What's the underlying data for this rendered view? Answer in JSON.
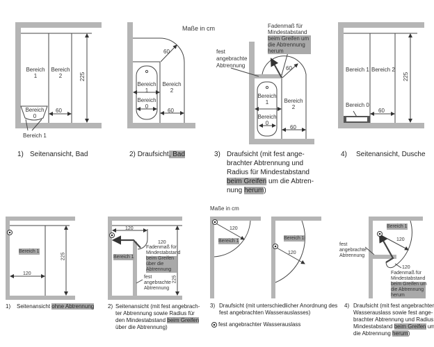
{
  "unit_label_top": "Maße in cm",
  "unit_label_bottom": "Maße in cm",
  "top_row": {
    "fig1": {
      "zone1": "Bereich\n1",
      "zone2": "Bereich\n2",
      "zone0": "Bereich\n0",
      "zone1_tub": "Bereich 1",
      "dim_height": "225",
      "dim_width": "60",
      "caption_num": "1)",
      "caption": "Seitenansicht, Bad"
    },
    "fig2": {
      "zone1": "Bereich\n1",
      "zone0": "Bereich\n0",
      "zone2": "Bereich\n2",
      "dim_radius": "60",
      "dim_width": "60",
      "caption_num": "2)",
      "caption_a": "Draufsicht",
      "caption_hl": ", Bad"
    },
    "fig3": {
      "thread_label_a": "Fadenmaß für\nMindestabstand",
      "thread_label_hl": "beim Greifen um\ndie Abtrennung\nherum",
      "partition_label": "fest\nangebrachte\nAbtrennung",
      "zone1": "Bereich\n1",
      "zone0": "Bereich\n0",
      "zone2": "Bereich\n2",
      "dim_radius": "60",
      "dim_width": "60",
      "caption_num": "3)",
      "caption_l1": "Draufsicht (mit fest ange-",
      "caption_l2": "brachter Abtrennung und",
      "caption_l3": "Radius für Mindestabstand",
      "caption_l4_hl": "beim Greifen",
      "caption_l4_b": " um die Abtren-",
      "caption_l5_a": "nung ",
      "caption_l5_hl": "herum",
      "caption_l5_b": ")"
    },
    "fig4": {
      "zone1": "Bereich 1",
      "zone2": "Bereich 2",
      "zone0": "Bereich 0",
      "dim_height": "225",
      "dim_width": "60",
      "caption_num": "4)",
      "caption": "Seitenansicht, Dusche"
    }
  },
  "bottom_row": {
    "fig1": {
      "zone1": "Bereich 1",
      "dim_width": "120",
      "dim_height": "225",
      "caption_num": "1)",
      "caption_a": "Seitenansicht ",
      "caption_hl": "ohne Abtrennung"
    },
    "fig2": {
      "zone1": "Bereich 1",
      "dim_width": "120",
      "dim_radius": "120",
      "dim_height": "225",
      "thread_label_a": "Fadenmaß für\nMindestabstand",
      "thread_label_hl": "beim Greifen\nüber die\nAbtrennung",
      "partition_label": "fest\nangebrachte\nAbtrennung",
      "caption_num": "2)",
      "caption_l1": "Seitenansicht (mit fest angebrach-",
      "caption_l2": "ter Abtrennung sowie Radius für",
      "caption_l3_a": "den Mindestabstand ",
      "caption_l3_hl": "beim Greifen",
      "caption_l4": "über die Abtrennung)"
    },
    "fig3": {
      "zone1_left": "Bereich 1",
      "radius_left": "120",
      "zone1_right": "Bereich 1",
      "radius_right": "120",
      "caption_num": "3)",
      "caption_l1": "Draufsicht (mit unterschiedlicher Anordnung des",
      "caption_l2": "fest angebrachten Wasserauslasses)",
      "legend": "fest angebrachter Wasserauslass"
    },
    "fig4": {
      "zone1": "Bereich 1",
      "radius": "120",
      "radius_thread": "120",
      "partition_label": "fest\nangebrachte\nAbtrennung",
      "thread_label_a": "Fadenmaß für\nMindestabstand",
      "thread_label_hl": "beim Greifen um\ndie Abtrennung\nherum",
      "caption_num": "4)",
      "caption_l1": "Draufsicht (mit fest angebrachtem",
      "caption_l2": "Wasserauslass sowie fest ange-",
      "caption_l3": "brachter Abtrennung und Radius für",
      "caption_l4_a": "Mindestabstand ",
      "caption_l4_hl": "beim Greifen",
      "caption_l4_b": " um",
      "caption_l5_a": "die Abtrennung ",
      "caption_l5_hl": "herum",
      "caption_l5_b": ")"
    }
  },
  "colors": {
    "wall": "#b5b5b5",
    "highlight": "#a9a9a9",
    "line": "#444444"
  }
}
